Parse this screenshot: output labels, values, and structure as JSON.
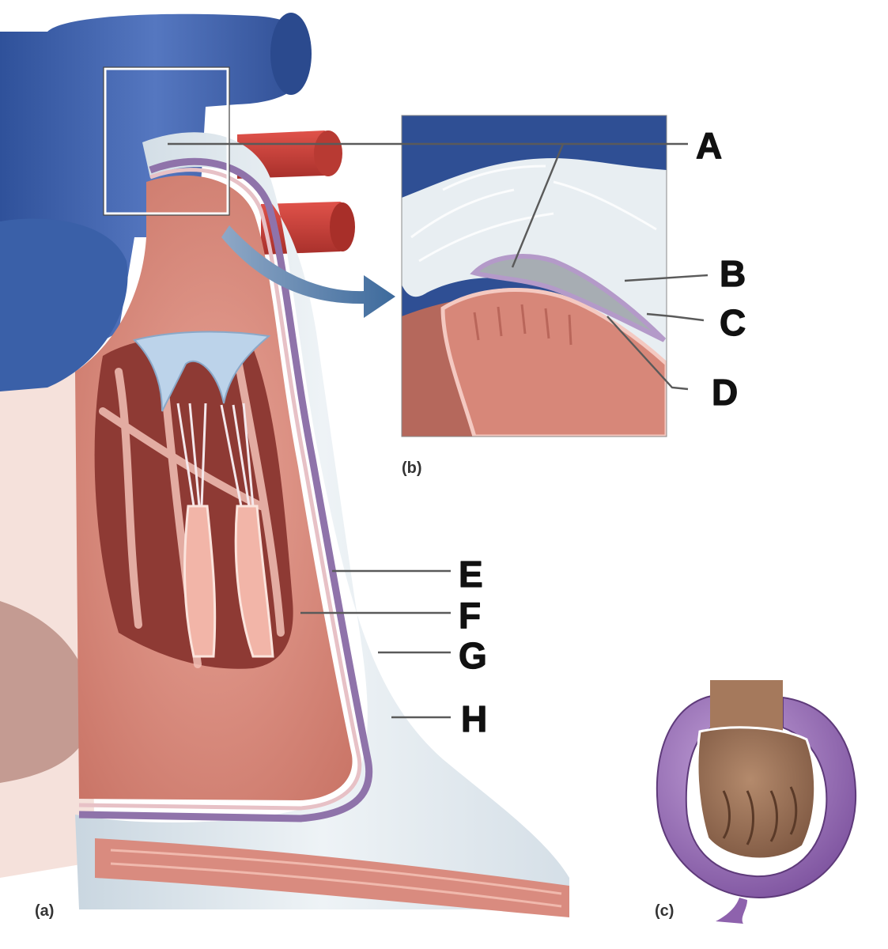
{
  "labels": {
    "A": "A",
    "B": "B",
    "C": "C",
    "D": "D",
    "E": "E",
    "F": "F",
    "G": "G",
    "H": "H"
  },
  "panels": {
    "a": "(a)",
    "b": "(b)",
    "c": "(c)"
  },
  "colors": {
    "vessel_blue": "#3f67ad",
    "artery_red": "#c43a33",
    "myocardium": "#d98b7f",
    "pericardium_white": "#dde6ec",
    "serous_purple": "#9c7fb4",
    "balloon_purple": "#9a72b8",
    "leader_gray": "#5a5a5a"
  }
}
